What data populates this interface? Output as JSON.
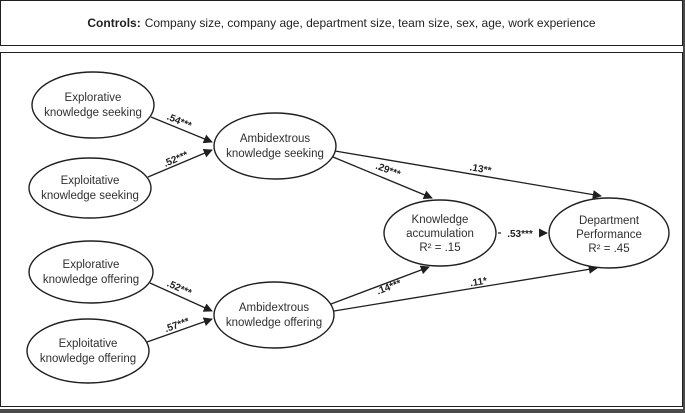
{
  "controls": {
    "prefix": "Controls:",
    "text": "Company size, company age, department size, team size, sex, age, work experience"
  },
  "nodes": {
    "explorative_seeking": {
      "line1": "Explorative",
      "line2": "knowledge seeking"
    },
    "exploitative_seeking": {
      "line1": "Exploitative",
      "line2": "knowledge seeking"
    },
    "explorative_offering": {
      "line1": "Explorative",
      "line2": "knowledge offering"
    },
    "exploitative_offering": {
      "line1": "Exploitative",
      "line2": "knowledge offering"
    },
    "ambidextrous_seeking": {
      "line1": "Ambidextrous",
      "line2": "knowledge seeking"
    },
    "ambidextrous_offering": {
      "line1": "Ambidextrous",
      "line2": "knowledge offering"
    },
    "knowledge_accumulation": {
      "line1": "Knowledge",
      "line2": "accumulation",
      "r2": "R² = .15"
    },
    "department_performance": {
      "line1": "Department",
      "line2": "Performance",
      "r2": "R² = .45"
    }
  },
  "coefficients": {
    "explorative_seeking_to_ambidextrous_seeking": ".54***",
    "exploitative_seeking_to_ambidextrous_seeking": ".52***",
    "explorative_offering_to_ambidextrous_offering": ".52***",
    "exploitative_offering_to_ambidextrous_offering": ".57***",
    "ambidextrous_seeking_to_knowledge_accumulation": ".29***",
    "ambidextrous_seeking_to_department_performance": ".13**",
    "ambidextrous_offering_to_knowledge_accumulation": ".14***",
    "ambidextrous_offering_to_department_performance": ".11*",
    "knowledge_accumulation_to_department_performance": ".53***"
  }
}
